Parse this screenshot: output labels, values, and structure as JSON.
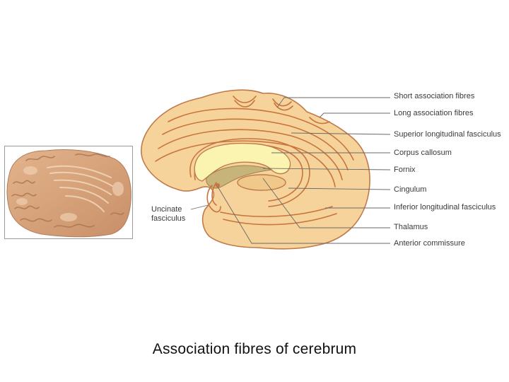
{
  "colors": {
    "brain_fill": "#f6d39a",
    "brain_outline": "#c07a4a",
    "fibre": "#c8743e",
    "corpus_callosum": "#fbf3b0",
    "thalamus": "#f0c889",
    "leader": "#6a6a6a",
    "photo_tissue": "#d9a97f"
  },
  "labels": {
    "short_association": "Short association fibres",
    "long_association": "Long association fibres",
    "superior_longitudinal": "Superior longitudinal fasciculus",
    "corpus_callosum": "Corpus callosum",
    "fornix": "Fornix",
    "cingulum": "Cingulum",
    "inferior_longitudinal": "Inferior longitudinal fasciculus",
    "thalamus": "Thalamus",
    "anterior_commissure": "Anterior commissure",
    "uncinate_line1": "Uncinate",
    "uncinate_line2": "fasciculus"
  },
  "caption": "Association fibres of cerebrum"
}
